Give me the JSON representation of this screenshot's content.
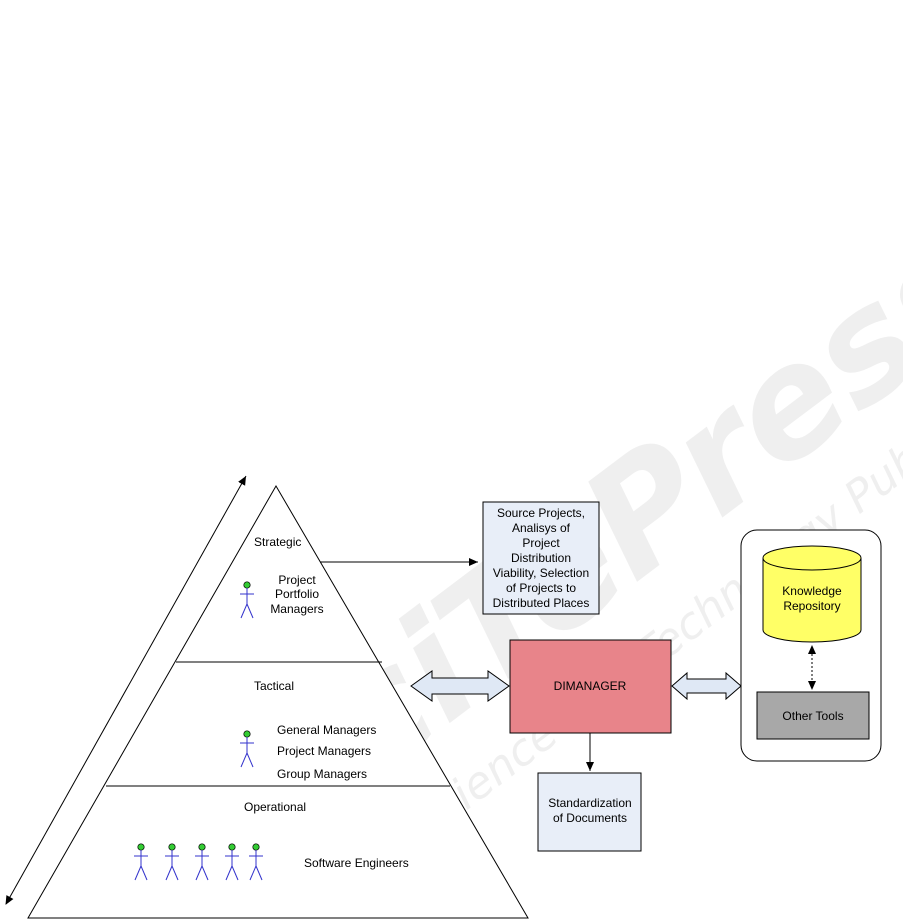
{
  "watermark": {
    "brand": "SciTePress",
    "tagline": "Science and Technology Publications"
  },
  "pyramid": {
    "levels": [
      {
        "name": "Strategic",
        "roles": [
          "Project",
          "Portfolio",
          "Managers"
        ]
      },
      {
        "name": "Tactical",
        "roles": [
          "General Managers",
          "Project Managers",
          "Group Managers"
        ]
      },
      {
        "name": "Operational",
        "roles": [
          "Software Engineers"
        ]
      }
    ]
  },
  "boxes": {
    "source_projects": [
      "Source Projects,",
      "Analisys of",
      "Project",
      "Distribution",
      "Viability, Selection",
      "of Projects to",
      "Distributed Places"
    ],
    "dimanager": "DIMANAGER",
    "standardization": [
      "Standardization",
      "of Documents"
    ],
    "knowledge_repository": [
      "Knowledge",
      "Repository"
    ],
    "other_tools": "Other Tools"
  },
  "colors": {
    "box_fill": "#e8eef8",
    "dimanager_fill": "#e8848a",
    "repository_fill": "#ffff66",
    "other_tools_fill": "#a8a8a8",
    "actor_head": "#33cc33",
    "actor_body": "#3333cc",
    "double_arrow_fill": "#dfe8f5"
  }
}
